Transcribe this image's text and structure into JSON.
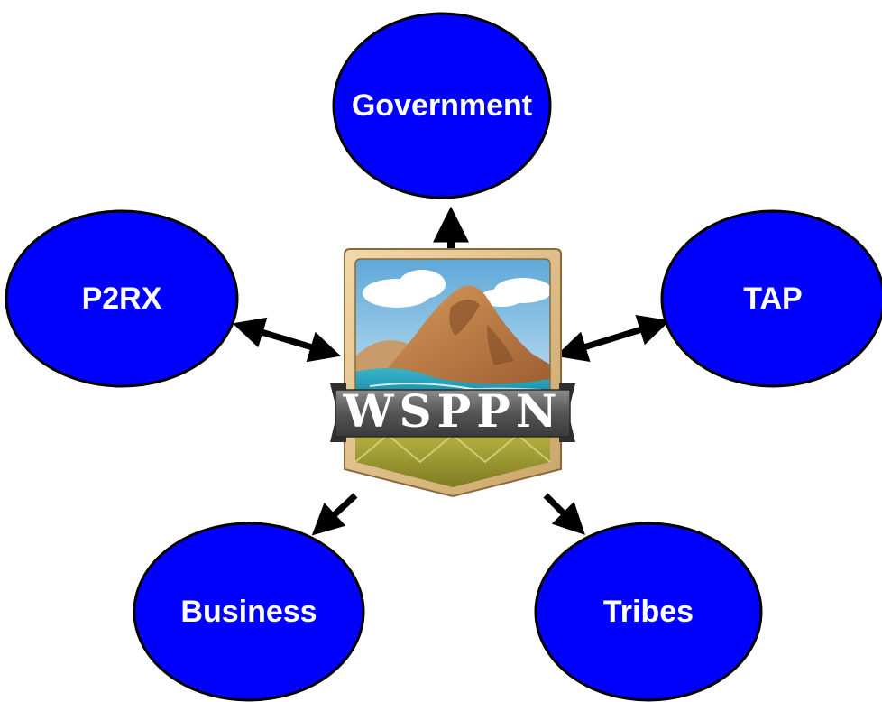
{
  "colors": {
    "node_fill": "#0000ff",
    "node_stroke": "#000000",
    "node_text": "#ffffff",
    "arrow": "#000000"
  },
  "center": {
    "label": "WSPPN"
  },
  "nodes": [
    {
      "id": "government",
      "label": "Government"
    },
    {
      "id": "p2rx",
      "label": "P2RX"
    },
    {
      "id": "tap",
      "label": "TAP"
    },
    {
      "id": "business",
      "label": "Business"
    },
    {
      "id": "tribes",
      "label": "Tribes"
    }
  ],
  "edges": [
    {
      "from": "wsppn",
      "to": "government",
      "direction": "forward"
    },
    {
      "from": "wsppn",
      "to": "p2rx",
      "direction": "both"
    },
    {
      "from": "wsppn",
      "to": "tap",
      "direction": "both"
    },
    {
      "from": "wsppn",
      "to": "business",
      "direction": "forward"
    },
    {
      "from": "wsppn",
      "to": "tribes",
      "direction": "forward"
    }
  ]
}
